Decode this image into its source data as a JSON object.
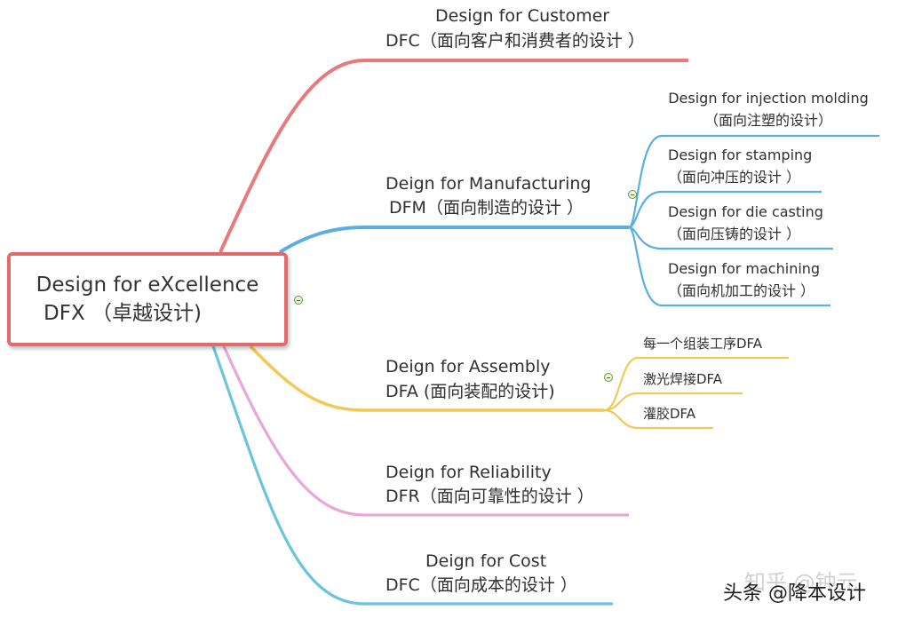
{
  "root": {
    "line1": "Design for eXcellence",
    "line2": "DFX （卓越设计)"
  },
  "branches": {
    "dfc_customer": {
      "line1": "Design for Customer",
      "line2": "DFC（面向客户和消费者的设计 ）"
    },
    "dfm": {
      "line1": "Deign for Manufacturing",
      "line2": "DFM（面向制造的设计 ）",
      "children": [
        {
          "line1": "Design for injection molding",
          "line2": "（面向注塑的设计）"
        },
        {
          "line1": "Design for stamping",
          "line2": "（面向冲压的设计 ）"
        },
        {
          "line1": "Design for die casting",
          "line2": "（面向压铸的设计 ）"
        },
        {
          "line1": "Design for machining",
          "line2": "（面向机加工的设计 ）"
        }
      ]
    },
    "dfa": {
      "line1": "Deign for Assembly",
      "line2": "DFA (面向装配的设计)",
      "children": [
        {
          "label": "每一个组装工序DFA"
        },
        {
          "label": "激光焊接DFA"
        },
        {
          "label": "灌胶DFA"
        }
      ]
    },
    "dfr": {
      "line1": "Deign for Reliability",
      "line2": "DFR（面向可靠性的设计 ）"
    },
    "dfc_cost": {
      "line1": "Deign for Cost",
      "line2": "DFC（面向成本的设计 ）"
    }
  },
  "watermark": {
    "zhihu": "知乎 @钟元",
    "toutiao": "头条 @降本设计"
  },
  "colors": {
    "customer": "#e87a7a",
    "manufacturing": "#5aaee0",
    "assembly": "#f2c857",
    "reliability": "#e9a6d8",
    "cost": "#6cc3dc",
    "root_border": "#e06b6b",
    "collapse_icon": "#5aa02c"
  }
}
